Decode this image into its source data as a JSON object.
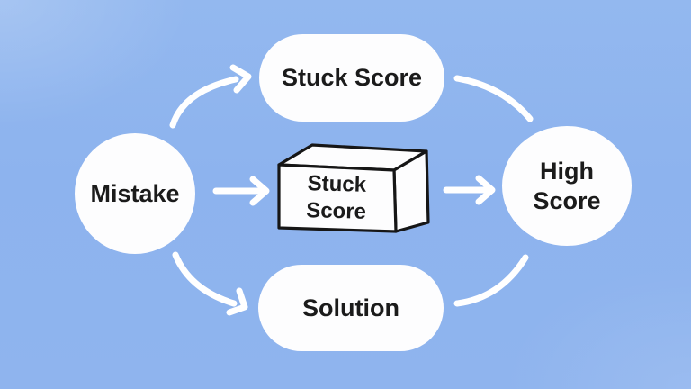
{
  "diagram": {
    "colors": {
      "background": "#8DB3EE",
      "node_fill": "#FDFDFE",
      "text": "#1B1B1B",
      "arrow": "#FFFFFF",
      "box_outline": "#161616"
    },
    "nodes": {
      "mistake": {
        "label": "Mistake",
        "shape": "circle"
      },
      "stuck_score_pill": {
        "label": "Stuck Score",
        "shape": "pill"
      },
      "stuck_score_box": {
        "label": "Stuck Score",
        "shape": "3d-box"
      },
      "solution": {
        "label": "Solution",
        "shape": "pill"
      },
      "high_score": {
        "label": "High Score",
        "shape": "circle"
      }
    },
    "edges": [
      {
        "from": "mistake",
        "to": "stuck_score_pill",
        "arrowhead": true
      },
      {
        "from": "mistake",
        "to": "stuck_score_box",
        "arrowhead": true
      },
      {
        "from": "mistake",
        "to": "solution",
        "arrowhead": true
      },
      {
        "from": "stuck_score_box",
        "to": "high_score",
        "arrowhead": true
      },
      {
        "from": "stuck_score_pill",
        "to": "high_score",
        "arrowhead": false
      },
      {
        "from": "solution",
        "to": "high_score",
        "arrowhead": false
      }
    ]
  }
}
